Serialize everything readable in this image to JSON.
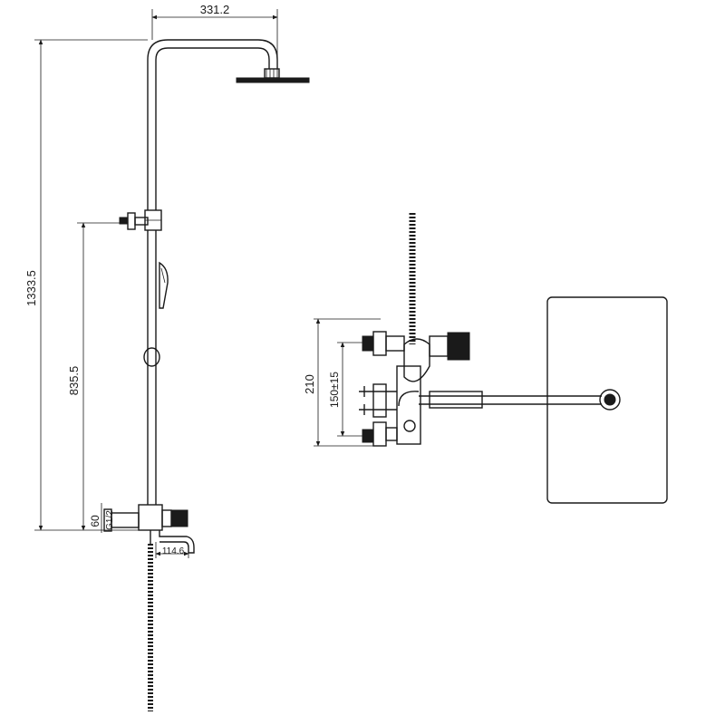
{
  "dimensions": {
    "width_top": "331.2",
    "height_total": "1333.5",
    "height_mid": "835.5",
    "height_60": "60",
    "thread": "G1/2",
    "spout": "114.6",
    "height_210": "210",
    "spacing": "150±15"
  },
  "colors": {
    "line": "#1a1a1a",
    "background": "#ffffff"
  }
}
